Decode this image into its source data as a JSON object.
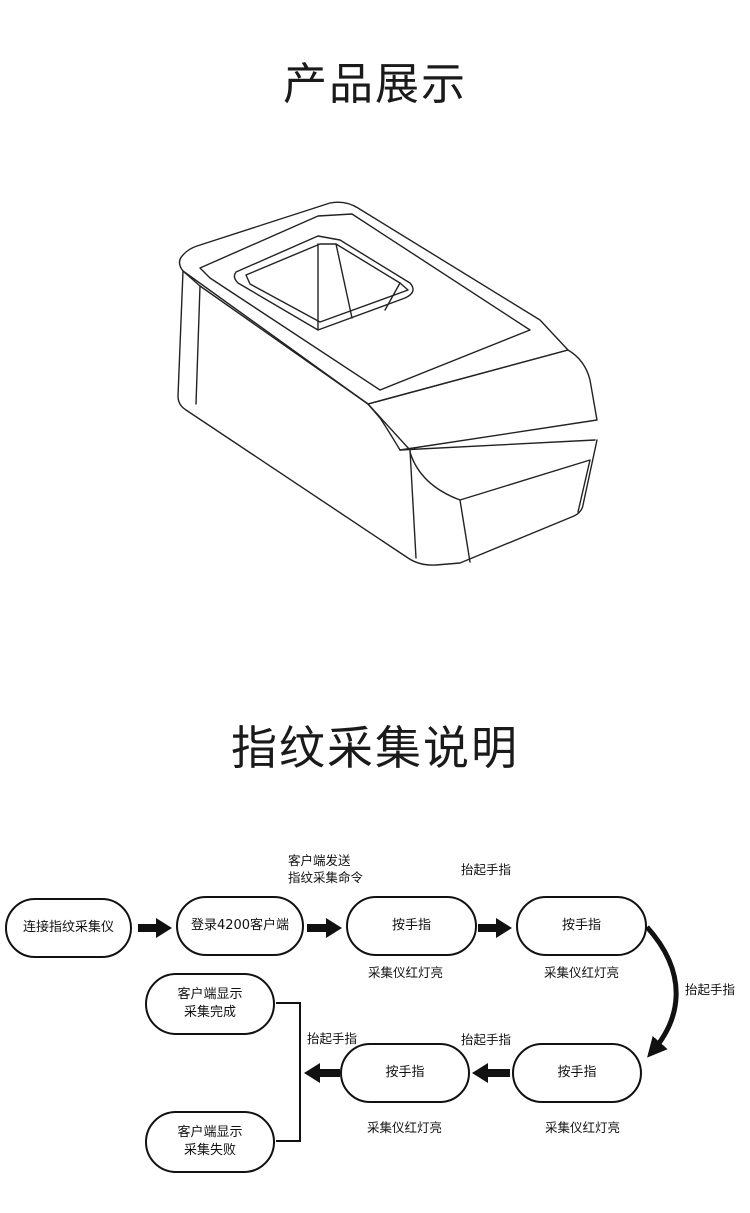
{
  "titles": {
    "product": "产品展示",
    "fingerprint": "指纹采集说明"
  },
  "flow": {
    "nodes": {
      "connect": "连接指纹采集仪",
      "login": "登录4200客户端",
      "press1": "按手指",
      "press2": "按手指",
      "press3": "按手指",
      "press4": "按手指",
      "done_line1": "客户端显示",
      "done_line2": "采集完成",
      "fail_line1": "客户端显示",
      "fail_line2": "采集失败"
    },
    "labels": {
      "client_send_line1": "客户端发送",
      "client_send_line2": "指纹采集命令",
      "lift_top": "抬起手指",
      "lift_right": "抬起手指",
      "lift_mid_left": "抬起手指",
      "lift_mid_right": "抬起手指",
      "red_light1": "采集仪红灯亮",
      "red_light2": "采集仪红灯亮",
      "red_light3": "采集仪红灯亮",
      "red_light4": "采集仪红灯亮"
    }
  },
  "colors": {
    "line": "#111111",
    "background": "#ffffff"
  }
}
